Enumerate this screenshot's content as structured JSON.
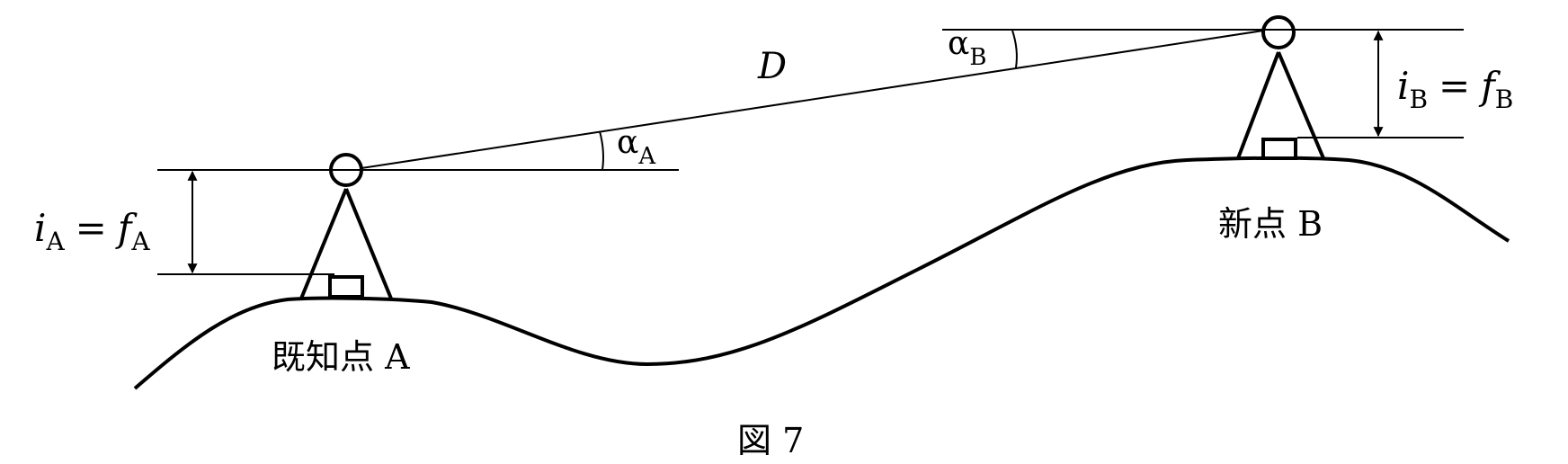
{
  "diagram": {
    "distance_label": "D",
    "point_a": {
      "label": "既知点 A",
      "height_label": "i",
      "height_sub": "A",
      "height_eq": "=",
      "height_f": "f",
      "height_f_sub": "A",
      "angle_symbol": "α",
      "angle_sub": "A"
    },
    "point_b": {
      "label": "新点 B",
      "height_label": "i",
      "height_sub": "B",
      "height_eq": "=",
      "height_f": "f",
      "height_f_sub": "B",
      "angle_symbol": "α",
      "angle_sub": "B"
    },
    "caption": "図 7"
  }
}
